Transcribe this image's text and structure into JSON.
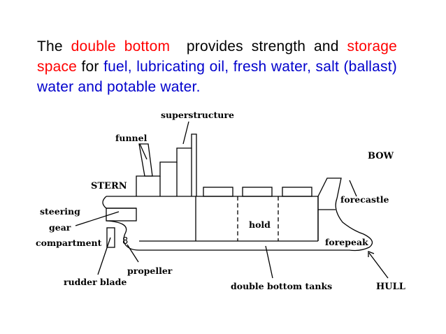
{
  "text": {
    "the": "The",
    "double_bottom": "double bottom",
    "provides": "provides strength and",
    "storage_space": "storage space",
    "for": "for",
    "fuel_list": "fuel, lubricating oil, fresh water, salt (ballast) water and potable water."
  },
  "labels": {
    "superstructure": "superstructure",
    "funnel": "funnel",
    "bow": "BOW",
    "stern": "STERN",
    "forecastle": "forecastle",
    "steering": "steering",
    "gear": "gear",
    "compartment": "compartment",
    "hold": "hold",
    "forepeak": "forepeak",
    "propeller": "propeller",
    "rudder_blade": "rudder blade",
    "double_bottom_tanks": "double bottom tanks",
    "hull": "HULL"
  },
  "colors": {
    "highlight_red": "#ff0000",
    "highlight_blue": "#0000cc"
  }
}
